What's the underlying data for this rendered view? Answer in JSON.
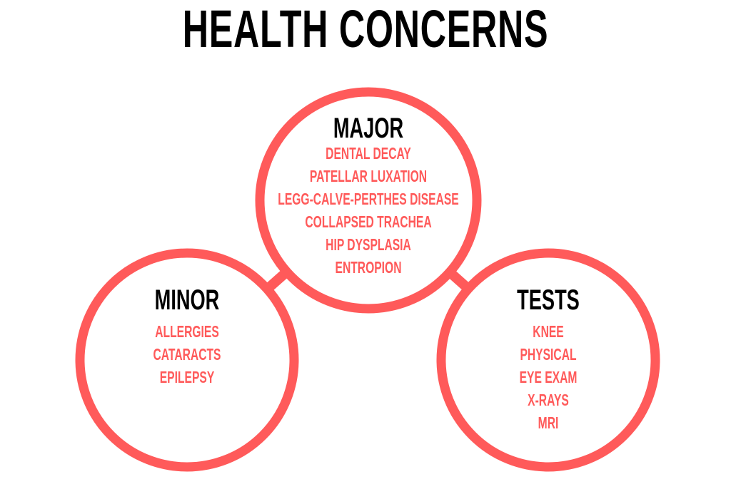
{
  "title": "HEALTH CONCERNS",
  "accent_color": "#FF5A5A",
  "major": {
    "heading": "MAJOR",
    "items": [
      "DENTAL DECAY",
      "PATELLAR LUXATION",
      "LEGG-CALVE-PERTHES DISEASE",
      "COLLAPSED TRACHEA",
      "HIP DYSPLASIA",
      "ENTROPION"
    ]
  },
  "minor": {
    "heading": "MINOR",
    "items": [
      "ALLERGIES",
      "CATARACTS",
      "EPILEPSY"
    ]
  },
  "tests": {
    "heading": "TESTS",
    "items": [
      "KNEE",
      "PHYSICAL",
      "EYE EXAM",
      "X-RAYS",
      "MRI"
    ]
  }
}
